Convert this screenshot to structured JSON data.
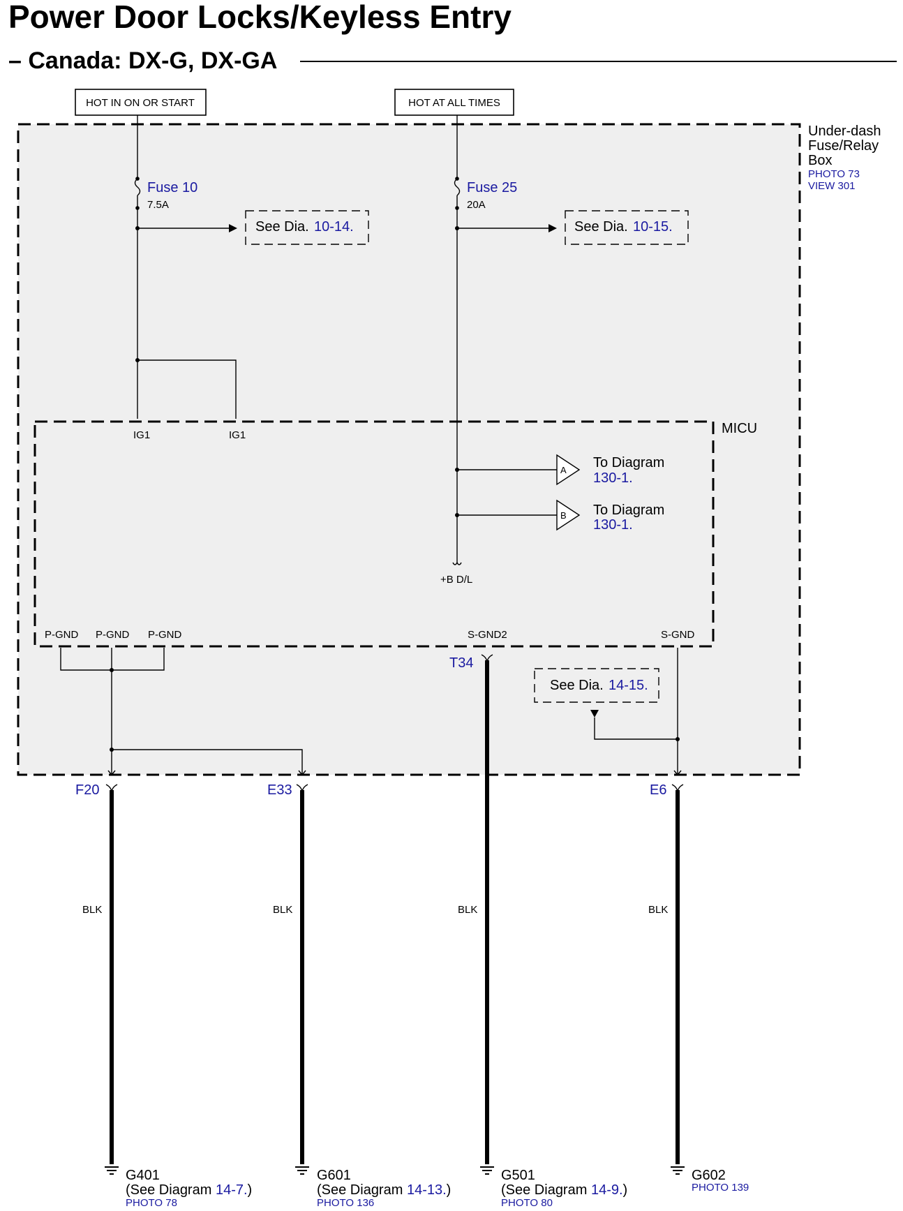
{
  "title": "Power Door Locks/Keyless Entry",
  "subtitle": "– Canada: DX-G, DX-GA",
  "power_labels": {
    "ig": "HOT IN ON OR START",
    "batt": "HOT AT ALL TIMES"
  },
  "fuse_box": {
    "line1": "Under-dash",
    "line2": "Fuse/Relay",
    "line3": "Box",
    "photo": "PHOTO 73",
    "view": "VIEW 301"
  },
  "fuses": [
    {
      "name": "Fuse 10",
      "rating": "7.5A"
    },
    {
      "name": "Fuse 25",
      "rating": "20A"
    }
  ],
  "see_dia": [
    {
      "prefix": "See Dia.",
      "ref": "10-14."
    },
    {
      "prefix": "See Dia.",
      "ref": "10-15."
    },
    {
      "prefix": "See Dia.",
      "ref": "14-15."
    }
  ],
  "micu": {
    "name": "MICU",
    "ig1_a": "IG1",
    "ig1_b": "IG1",
    "bdl": "+B  D/L",
    "pgnd": [
      "P-GND",
      "P-GND",
      "P-GND"
    ],
    "sgnd2": "S-GND2",
    "sgnd": "S-GND"
  },
  "to_diagram": [
    {
      "marker": "A",
      "text": "To Diagram",
      "ref": "130-1."
    },
    {
      "marker": "B",
      "text": "To Diagram",
      "ref": "130-1."
    }
  ],
  "connectors": {
    "t34": "T34",
    "f20": "F20",
    "e33": "E33",
    "e6": "E6"
  },
  "wire_color": "BLK",
  "grounds": [
    {
      "name": "G401",
      "see": "(See Diagram",
      "ref": "14-7.",
      "close": ")",
      "photo": "PHOTO 78"
    },
    {
      "name": "G601",
      "see": "(See Diagram",
      "ref": "14-13.",
      "close": ")",
      "photo": "PHOTO 136"
    },
    {
      "name": "G501",
      "see": "(See Diagram",
      "ref": "14-9.",
      "close": ")",
      "photo": "PHOTO 80"
    },
    {
      "name": "G602",
      "see": "",
      "ref": "",
      "close": "",
      "photo": "PHOTO 139"
    }
  ],
  "colors": {
    "link": "#1a1aa0",
    "box_fill": "#efefef",
    "line": "#000000"
  }
}
